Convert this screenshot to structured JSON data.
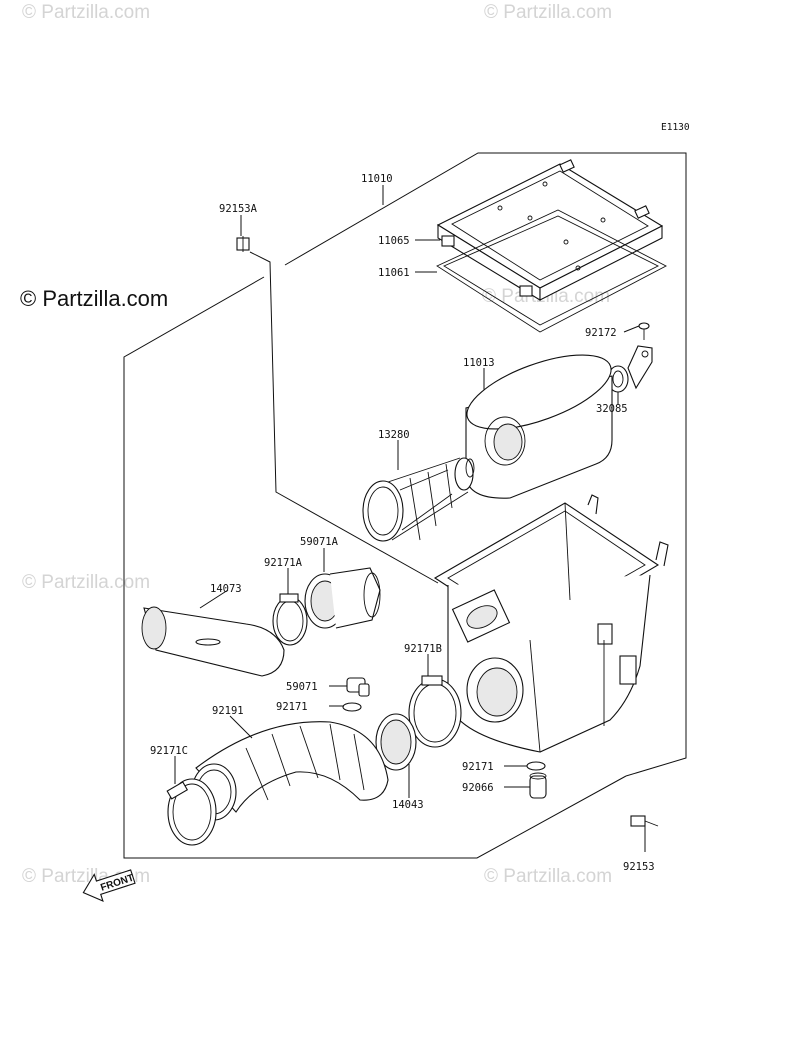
{
  "diagram_code": "E1130",
  "watermark_text": "© Partzilla.com",
  "front_label": "FRONT",
  "parts": [
    {
      "id": "11010"
    },
    {
      "id": "92153A"
    },
    {
      "id": "11065"
    },
    {
      "id": "11061"
    },
    {
      "id": "92172"
    },
    {
      "id": "32085"
    },
    {
      "id": "11013"
    },
    {
      "id": "13280"
    },
    {
      "id": "59071A"
    },
    {
      "id": "92171A"
    },
    {
      "id": "14073"
    },
    {
      "id": "92171B"
    },
    {
      "id": "59071"
    },
    {
      "id": "92171"
    },
    {
      "id": "92191"
    },
    {
      "id": "92171C"
    },
    {
      "id": "14043"
    },
    {
      "id": "92171"
    },
    {
      "id": "92066"
    },
    {
      "id": "92153"
    }
  ]
}
